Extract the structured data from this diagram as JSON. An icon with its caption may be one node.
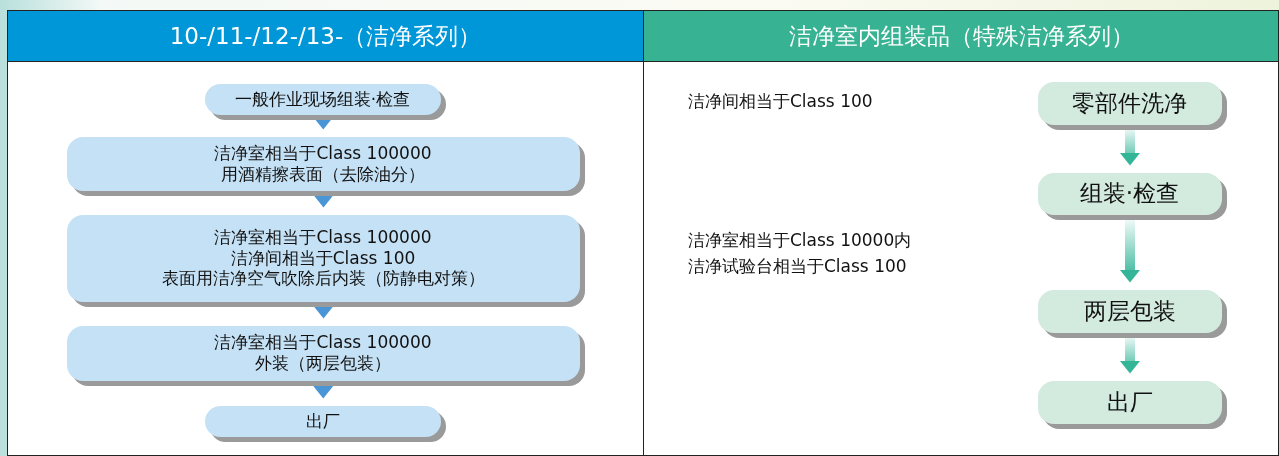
{
  "diagram": {
    "nodes": [
      {
        "text": [
          "10-/11-/12-/13-（洁净系列）"
        ]
      },
      {
        "text": [
          "一般作业现场组装·检查"
        ],
        "in": 0
      },
      {
        "text": [
          "洁净室相当于Class 100000",
          "用酒精擦表面（去除油分）"
        ],
        "in": 0
      },
      {
        "text": [
          "洁净室相当于Class 100000",
          "洁净间相当于Class 100",
          "表面用洁净空气吹除后内装（防静电对策）"
        ],
        "in": 0
      },
      {
        "text": [
          "洁净室相当于Class 100000",
          "外装（两层包装）"
        ],
        "in": 0
      },
      {
        "text": [
          "出厂"
        ],
        "in": 0
      },
      {
        "text": [
          "洁净室内组装品（特殊洁净系列）"
        ]
      },
      {
        "text": [
          "零部件洗净"
        ],
        "in": 6
      },
      {
        "text": [
          "组装·检查"
        ],
        "in": 6
      },
      {
        "text": [
          "两层包装"
        ],
        "in": 6
      },
      {
        "text": [
          "出厂"
        ],
        "in": 6
      }
    ],
    "edges": [
      {
        "from": 1,
        "to": 2,
        "arrow": "to"
      },
      {
        "from": 2,
        "to": 3,
        "arrow": "to"
      },
      {
        "from": 3,
        "to": 4,
        "arrow": "to"
      },
      {
        "from": 4,
        "to": 5,
        "arrow": "to"
      },
      {
        "from": 7,
        "to": 8,
        "arrow": "to",
        "color": "#12a886"
      },
      {
        "from": 8,
        "to": 9,
        "arrow": "to",
        "color": "#12a886"
      },
      {
        "from": 9,
        "to": 10,
        "arrow": "to",
        "color": "#12a886"
      }
    ],
    "labels": [
      "洁净间相当于Class 100",
      "洁净室相当于Class 10000内",
      "洁净试验台相当于Class 100"
    ]
  }
}
